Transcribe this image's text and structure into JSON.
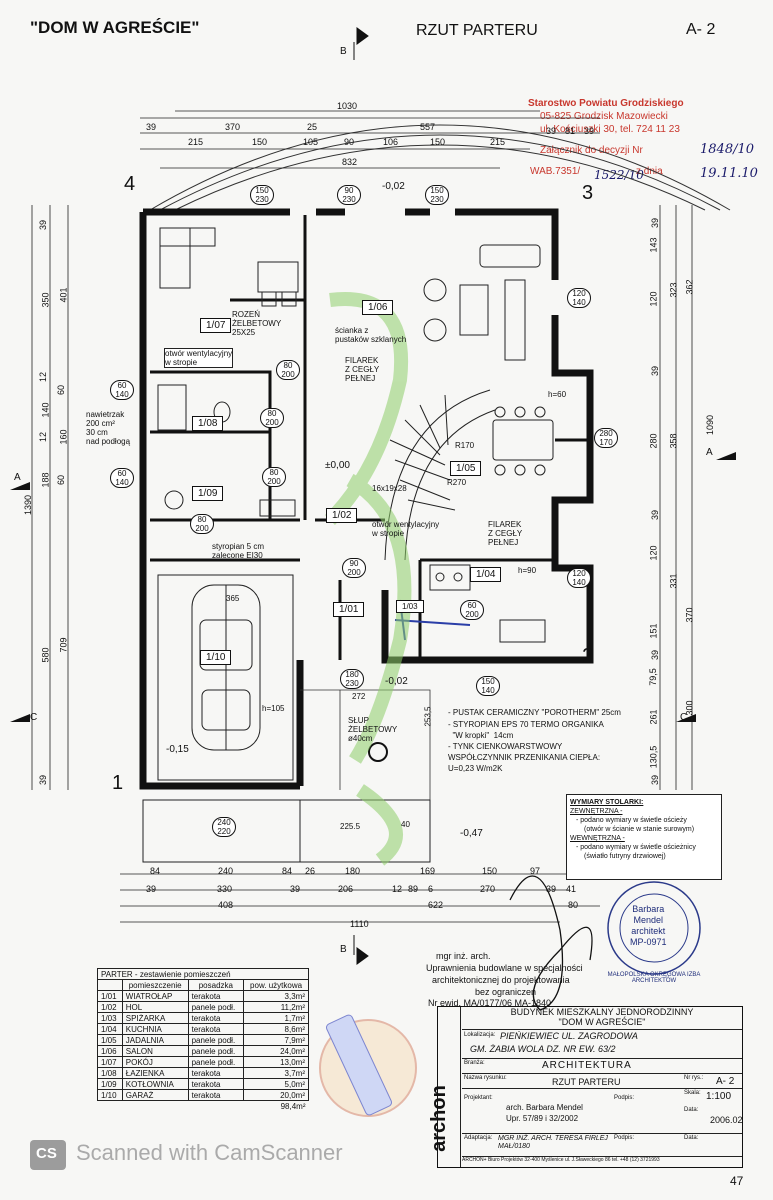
{
  "header": {
    "project_quote": "\"DOM W AGREŚCIE\"",
    "sheet_title": "RZUT PARTERU",
    "sheet_no": "A- 2"
  },
  "section_marks": {
    "b": "B",
    "a": "A",
    "c": "C"
  },
  "corner_numbers": [
    "1",
    "2",
    "3",
    "4"
  ],
  "top_dimensions": {
    "overall": "1030",
    "row1": [
      "39",
      "370",
      "25",
      "557",
      "39",
      "81",
      "39"
    ],
    "row2": [
      "215",
      "150",
      "105",
      "90",
      "106",
      "150",
      "215"
    ],
    "inner": "832",
    "level": "-0,02"
  },
  "bottom_dimensions": {
    "row1": [
      "84",
      "240",
      "84",
      "26",
      "180",
      "169",
      "150",
      "97"
    ],
    "row2": [
      "39",
      "330",
      "39",
      "206",
      "12",
      "89",
      "6",
      "270",
      "39",
      "41"
    ],
    "row3": [
      "408",
      "622",
      "80"
    ],
    "overall": "1110"
  },
  "left_dimensions": [
    "39",
    "350",
    "401",
    "12",
    "60",
    "140",
    "12",
    "160",
    "188",
    "60",
    "1390",
    "580",
    "709",
    "39"
  ],
  "right_dimensions": [
    "39",
    "143",
    "120",
    "323",
    "362",
    "39",
    "280",
    "358",
    "1090",
    "39",
    "120",
    "331",
    "370",
    "151",
    "39",
    "79,5",
    "261",
    "300",
    "130,5",
    "39"
  ],
  "rooms": [
    {
      "tag": "1/01"
    },
    {
      "tag": "1/02"
    },
    {
      "tag": "1/03"
    },
    {
      "tag": "1/04"
    },
    {
      "tag": "1/05"
    },
    {
      "tag": "1/06"
    },
    {
      "tag": "1/07"
    },
    {
      "tag": "1/08"
    },
    {
      "tag": "1/09"
    },
    {
      "tag": "1/10"
    }
  ],
  "openings": [
    "150\n230",
    "90\n230",
    "150\n230",
    "120\n140",
    "60\n140",
    "80\n200",
    "80\n200",
    "60\n140",
    "80\n200",
    "280\n170",
    "80\n200",
    "90\n200",
    "120\n140",
    "60\n200",
    "180\n230",
    "150\n140",
    "240\n220"
  ],
  "annotations": {
    "rozen": "ROZEŃ\nŻELBETOWY\n25X25",
    "otwor1": "otwór wentylacyjny\nw stropie",
    "scianka": "ścianka z\npustaków szklanych",
    "filarek1": "FILAREK\nZ CEGŁY\nPEŁNEJ",
    "nawietrzak": "nawietrzak\n200 cm²\n30 cm\nnad podłogą",
    "level0": "±0,00",
    "r170": "R170",
    "r270": "R270",
    "stairs": "16x19x28",
    "otwor2": "otwór wentylacyjny\nw stropie",
    "filarek2": "FILAREK\nZ CEGŁY\nPEŁNEJ",
    "styropian": "styropian 5 cm\nzalecone EI30",
    "slup": "SŁUP\nŻELBETOWY\nø40cm",
    "level1": "-0,02",
    "level2": "-0,15",
    "level3": "-0,47",
    "h60": "h=60",
    "h90": "h=90",
    "h105": "h=105",
    "dim365": "365",
    "dim272": "272",
    "dim2255": "225.5",
    "dim40": "40",
    "dim2535": "253,5"
  },
  "wall_legend": {
    "line1": "- PUSTAK CERAMICZNY \"POROTHERM\"  25cm",
    "line2": "- STYROPIAN EPS 70 TERMO ORGANIKA",
    "line3": "  \"W kropki\"  14cm",
    "line4": "- TYNK CIENKOWARSTWOWY",
    "line5": "WSPÓŁCZYNNIK PRZENIKANIA CIEPŁA:",
    "line6": "U=0,23 W/m2K"
  },
  "joinery_legend": {
    "title": "WYMIARY STOLARKI:",
    "ext": "ZEWNĘTRZNA -",
    "ext1": "- podano wymiary w świetle ościeży",
    "ext2": "(otwór w ścianie w stanie surowym)",
    "int": "WEWNĘTRZNA -",
    "int1": "- podano wymiary w świetle ościeżnicy",
    "int2": "(światło futryny drzwiowej)"
  },
  "stamp_office": {
    "l1": "Starostwo Powiatu Grodziskiego",
    "l2": "05-825 Grodzisk Mazowiecki",
    "l3": "ul. Kościuszki 30, tel. 724 11 23",
    "l4": "Załącznik do decyzji Nr",
    "l5": "WAB.7351/",
    "hand1": "1848/10",
    "hand2": "1522/10",
    "hand3": "19.11.10",
    "l6": "z dnia"
  },
  "architect": {
    "l1": "mgr inż. arch.",
    "l2": "Uprawnienia budowlane w specjalności",
    "l3": "architektonicznej do projektowania",
    "l4": "bez ograniczeń",
    "l5": "Nr ewid. MA/0177/06  MA-1840",
    "seal_ring": "MAŁOPOLSKA OKRĘGOWA IZBA ARCHITEKTÓW",
    "seal_name": "Barbara\nMendel\narchitekt\nMP-0971"
  },
  "room_table": {
    "title": "PARTER  -  zestawienie pomieszczeń",
    "headers": [
      "",
      "pomieszczenie",
      "posadzka",
      "pow. użytkowa"
    ],
    "rows": [
      [
        "1/01",
        "WIATROŁAP",
        "terakota",
        "3,3m²"
      ],
      [
        "1/02",
        "HOL",
        "panele podł.",
        "11,2m²"
      ],
      [
        "1/03",
        "SPIŻARKA",
        "terakota",
        "1,7m²"
      ],
      [
        "1/04",
        "KUCHNIA",
        "terakota",
        "8,6m²"
      ],
      [
        "1/05",
        "JADALNIA",
        "panele podł.",
        "7,9m²"
      ],
      [
        "1/06",
        "SALON",
        "panele podł.",
        "24,0m²"
      ],
      [
        "1/07",
        "POKÓJ",
        "panele podł.",
        "13,0m²"
      ],
      [
        "1/08",
        "ŁAZIENKA",
        "terakota",
        "3,7m²"
      ],
      [
        "1/09",
        "KOTŁOWNIA",
        "terakota",
        "5,0m²"
      ],
      [
        "1/10",
        "GARAŻ",
        "terakota",
        "20,0m²"
      ]
    ],
    "total": "98,4m²"
  },
  "title_block": {
    "brand": "archon",
    "building": "BUDYNEK MIESZKALNY JEDNORODZINNY",
    "name": "\"DOM W AGREŚCIE\"",
    "loc_label": "Lokalizacja:",
    "loc_hand1": "PIEŃKIEWIEC  UL. ZAGRODOWA",
    "loc_hand2": "GM. ŻABIA WOLA  DZ. NR EW. 63/2",
    "branch_label": "Branża:",
    "branch": "ARCHITEKTURA",
    "sheet_label": "Nazwa rysunku:",
    "sheet": "RZUT PARTERU",
    "no_label": "Nr rys.:",
    "no": "A- 2",
    "scale_label": "Skala:",
    "scale": "1:100",
    "designer_label": "Projektant:",
    "designer": "arch. Barbara Mendel",
    "designer_perm": "Upr. 57/89 i 32/2002",
    "sign_label": "Podpis:",
    "date_label": "Data:",
    "date": "2006.02",
    "adapt_label": "Adaptacja:",
    "adapt_hand": "MGR INŻ. ARCH. TERESA FIRLEJ  MAŁ/0180",
    "sign2_label": "Podpis:",
    "date2_label": "Data:",
    "footer": "ARCHON+ Biuro Projektów 32-400 Myślenice  ul. J.Sławeckiego 86  tel. +48 (12) 3721993"
  },
  "scanner": "Scanned with CamScanner",
  "page_no": "47"
}
